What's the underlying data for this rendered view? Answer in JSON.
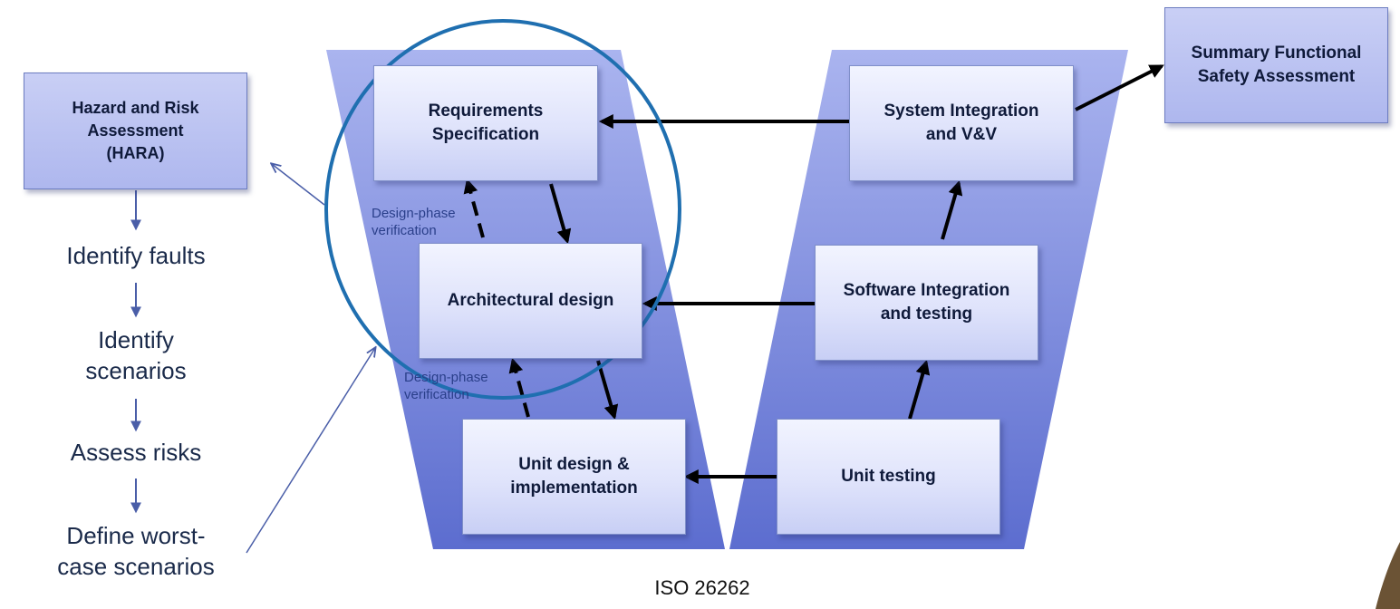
{
  "hara": {
    "title": "Hazard and Risk\nAssessment\n(HARA)"
  },
  "steps": [
    "Identify faults",
    "Identify\nscenarios",
    "Assess risks",
    "Define worst-\ncase scenarios"
  ],
  "v_left": {
    "requirements": "Requirements\nSpecification",
    "architecture": "Architectural design",
    "unit_design": "Unit design &\nimplementation"
  },
  "v_right": {
    "system_integration": "System Integration\nand V&V",
    "software_integration": "Software Integration\nand testing",
    "unit_testing": "Unit testing"
  },
  "summary": {
    "title": "Summary Functional\nSafety Assessment"
  },
  "verification_labels": [
    "Design-phase\nverification",
    "Design-phase\nverification"
  ],
  "caption": "ISO 26262",
  "colors": {
    "v_shape_top": "#a7b1ee",
    "v_shape_bottom": "#5e6fd0",
    "circle": "#1f6fb0",
    "arrow": "#000000",
    "thin_arrow": "#4a5ea8"
  }
}
